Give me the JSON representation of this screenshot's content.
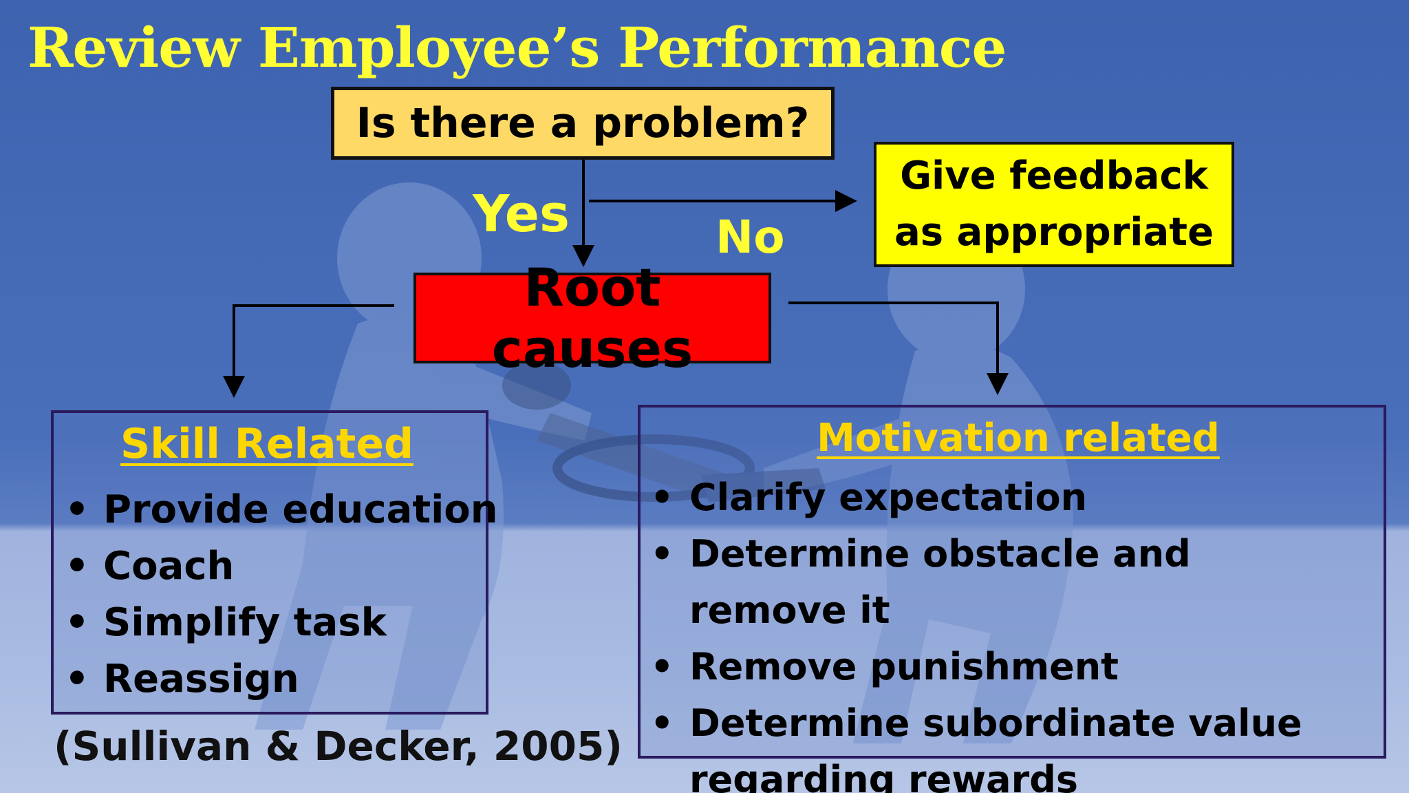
{
  "title": "Review Employee’s Performance",
  "question": "Is there a problem?",
  "yes_label": "Yes",
  "no_label": "No",
  "feedback": "Give feedback as appropriate",
  "root_causes": "Root causes",
  "skill": {
    "title": "Skill Related",
    "items": [
      "Provide education",
      "Coach",
      "Simplify task",
      "Reassign"
    ]
  },
  "motivation": {
    "title": "Motivation related",
    "items": [
      "Clarify expectation",
      "Determine obstacle and remove it",
      "Remove punishment",
      "Determine subordinate value regarding rewards"
    ]
  },
  "citation": "(Sullivan & Decker, 2005)",
  "colors": {
    "title_text": "#ffff33",
    "question_box": "#ffd966",
    "feedback_box": "#ffff00",
    "root_causes_box": "#ff0000",
    "section_title": "#ffd700",
    "background": "#3d63b0"
  }
}
